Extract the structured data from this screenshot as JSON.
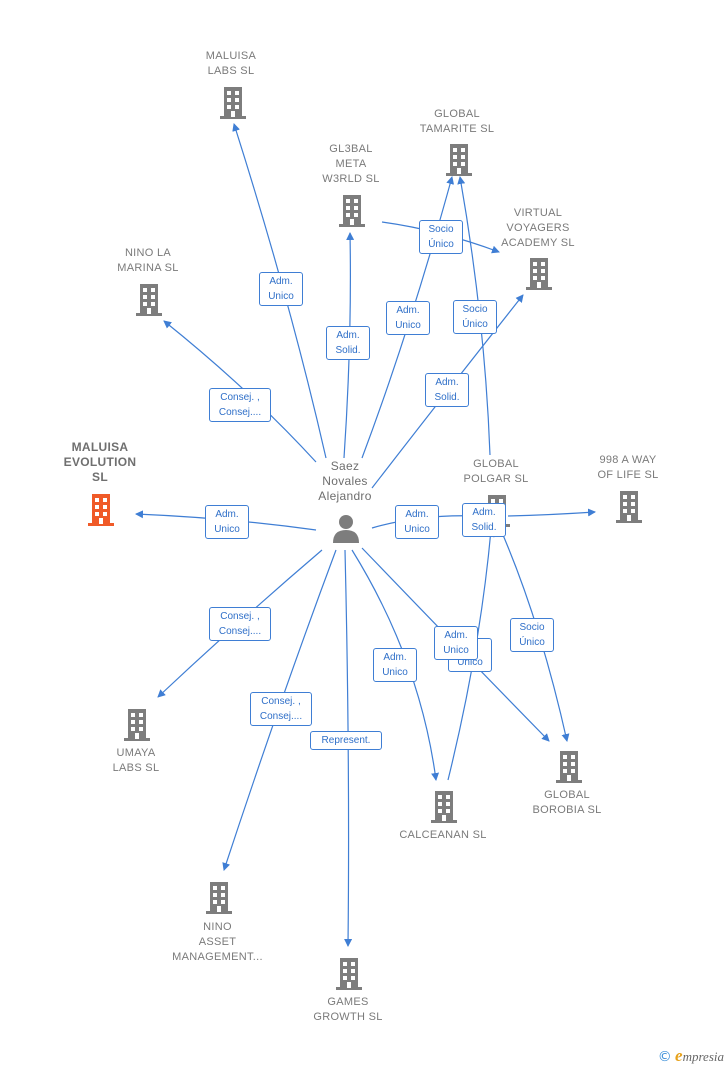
{
  "diagram": {
    "center": {
      "name": "Saez\nNovales\nAlejandro",
      "icon": "person-icon"
    },
    "companies": [
      {
        "id": "maluisa-labs",
        "name": "MALUISA\nLABS  SL",
        "icon": "building-icon"
      },
      {
        "id": "global-tamarite",
        "name": "GLOBAL\nTAMARITE  SL",
        "icon": "building-icon"
      },
      {
        "id": "gl3bal-meta",
        "name": "GL3BAL\nMETA\nW3RLD  SL",
        "icon": "building-icon"
      },
      {
        "id": "virtual-voyagers",
        "name": "VIRTUAL\nVOYAGERS\nACADEMY  SL",
        "icon": "building-icon"
      },
      {
        "id": "nino-la-marina",
        "name": "NINO LA\nMARINA  SL",
        "icon": "building-icon"
      },
      {
        "id": "maluisa-evolution",
        "name": "MALUISA\nEVOLUTION\nSL",
        "icon": "building-icon",
        "highlight": true,
        "color": "#f05a28"
      },
      {
        "id": "global-polgar",
        "name": "GLOBAL\nPOLGAR  SL",
        "icon": "building-icon"
      },
      {
        "id": "998-a-way",
        "name": "998 A WAY\nOF LIFE  SL",
        "icon": "building-icon"
      },
      {
        "id": "umaya-labs",
        "name": "UMAYA\nLABS  SL",
        "icon": "building-icon"
      },
      {
        "id": "calceanan",
        "name": "CALCEANAN SL",
        "icon": "building-icon"
      },
      {
        "id": "global-borobia",
        "name": "GLOBAL\nBOROBIA  SL",
        "icon": "building-icon"
      },
      {
        "id": "nino-asset",
        "name": "NINO\nASSET\nMANAGEMENT...",
        "icon": "building-icon"
      },
      {
        "id": "games-growth",
        "name": "GAMES\nGROWTH  SL",
        "icon": "building-icon"
      }
    ],
    "relations": [
      {
        "id": "r-maluisa-labs",
        "label": "Adm.\nUnico"
      },
      {
        "id": "r-gl3bal",
        "label": "Adm.\nSolid."
      },
      {
        "id": "r-tamarite",
        "label": "Adm.\nUnico"
      },
      {
        "id": "r-virtual",
        "label": "Adm.\nSolid."
      },
      {
        "id": "r-gl3bal-virtual",
        "label": "Socio\nÚnico"
      },
      {
        "id": "r-polgar-tamarite",
        "label": "Socio\nÚnico"
      },
      {
        "id": "r-nino-marina",
        "label": "Consej. ,\nConsej...."
      },
      {
        "id": "r-evolution",
        "label": "Adm.\nUnico"
      },
      {
        "id": "r-polgar",
        "label": "Adm.\nUnico"
      },
      {
        "id": "r-polgar-998",
        "label": "Adm.\nSolid."
      },
      {
        "id": "r-umaya",
        "label": "Consej. ,\nConsej...."
      },
      {
        "id": "r-nino-asset",
        "label": "Consej. ,\nConsej...."
      },
      {
        "id": "r-games",
        "label": "Represent."
      },
      {
        "id": "r-calceanan",
        "label": "Adm.\nUnico"
      },
      {
        "id": "r-borobia-hidden",
        "label": "o\nUnico"
      },
      {
        "id": "r-borobia",
        "label": "Adm.\nUnico"
      },
      {
        "id": "r-polgar-borobia",
        "label": "Socio\nÚnico"
      }
    ],
    "colors": {
      "edge": "#3f7ed4",
      "building": "#7d7d7d",
      "highlight": "#f05a28",
      "label": "#7a7a7a"
    }
  },
  "footer": {
    "copyright": "©",
    "brand_initial": "e",
    "brand_rest": "mpresia"
  }
}
